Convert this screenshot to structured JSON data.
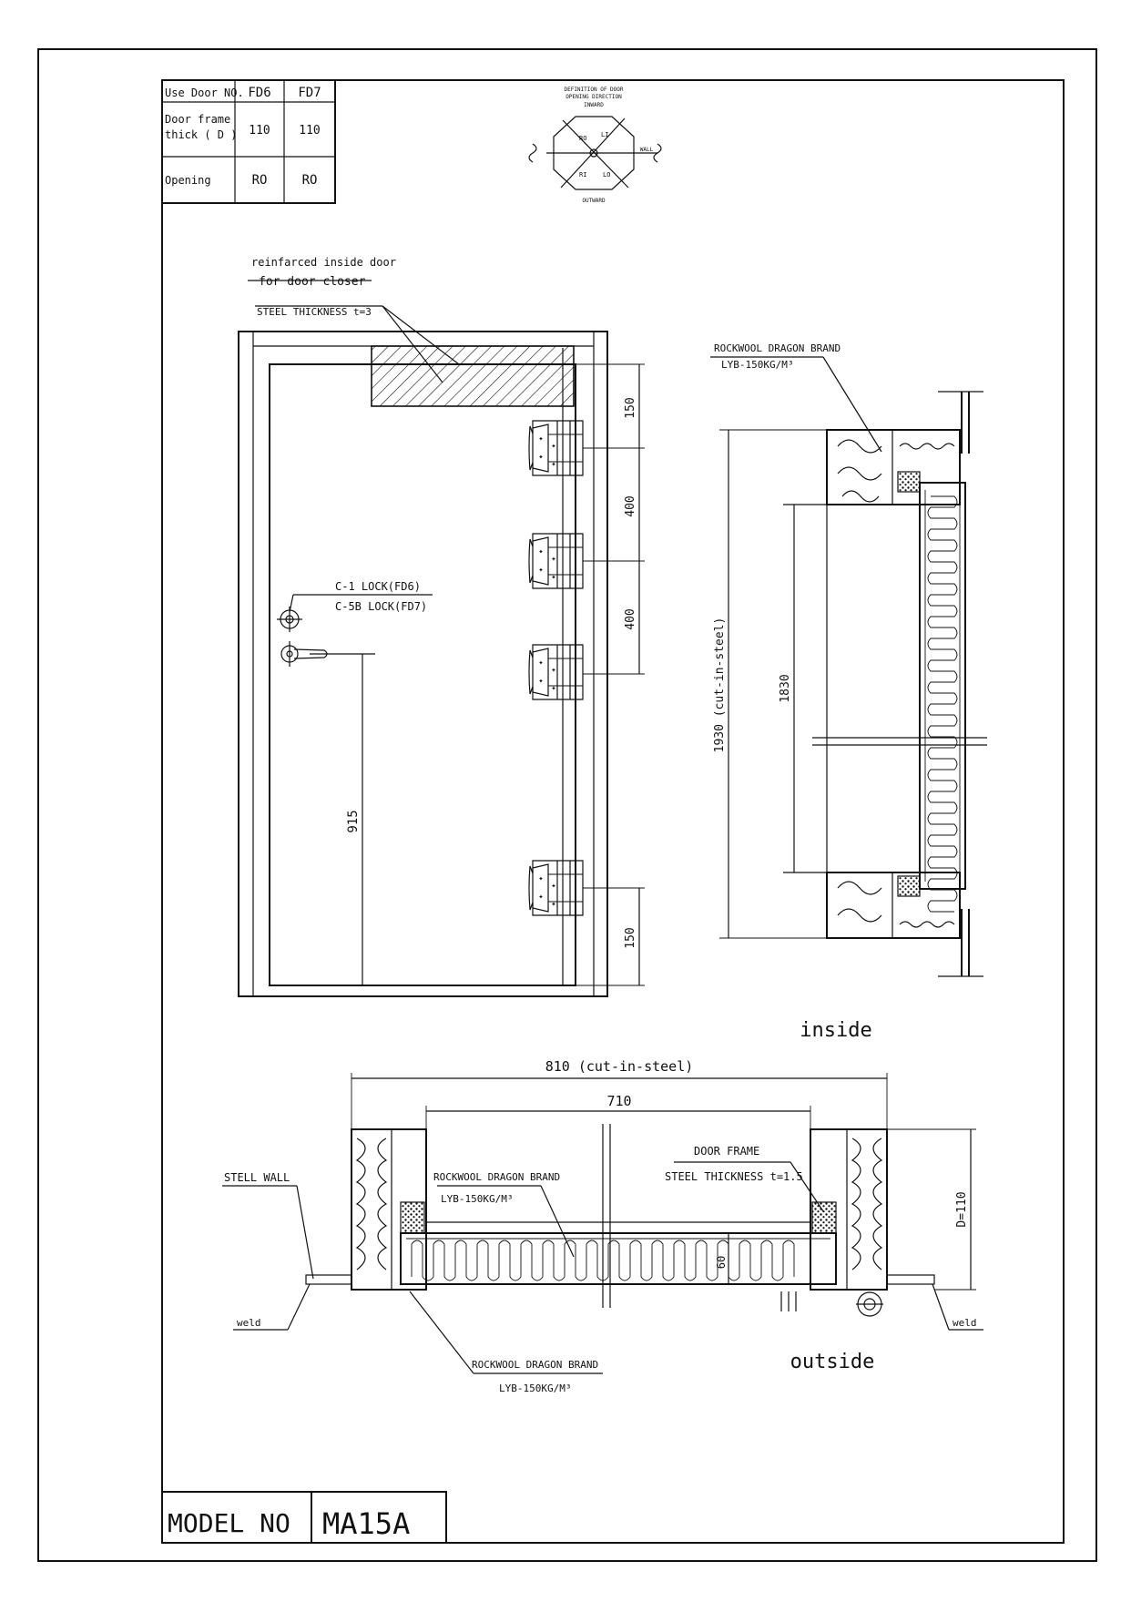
{
  "spec_table": {
    "header": [
      "Use Door NO.",
      "FD6",
      "FD7"
    ],
    "rows": [
      {
        "label_line1": "Door frame",
        "label_line2": "thick ( D )",
        "fd6": "110",
        "fd7": "110"
      },
      {
        "label_line1": "Opening",
        "label_line2": "",
        "fd6": "RO",
        "fd7": "RO"
      }
    ]
  },
  "opening_diagram": {
    "title_line1": "DEFINITION OF DOOR",
    "title_line2": "OPENING DIRECTION",
    "inward": "INWARD",
    "outward": "OUTWARD",
    "wall": "WALL",
    "quadrants": [
      "RO",
      "LI",
      "RI",
      "LO"
    ]
  },
  "elevation": {
    "note_reinforced_line1": "reinfarced inside door",
    "note_reinforced_line2": "for door closer",
    "note_steel": "STEEL THICKNESS t=3",
    "lock_fd6": "C-1 LOCK(FD6)",
    "lock_fd7": "C-5B LOCK(FD7)",
    "dim_lock_height": "915",
    "dim_hinge_top": "150",
    "dim_hinge_gap1": "400",
    "dim_hinge_gap2": "400",
    "dim_hinge_bottom": "150"
  },
  "side_section": {
    "rockwool_line1": "ROCKWOOL DRAGON BRAND",
    "rockwool_line2": "LYB-150KG/M³",
    "dim_total": "1930 (cut-in-steel)",
    "dim_inner": "1830"
  },
  "plan_section": {
    "label_inside": "inside",
    "label_outside": "outside",
    "dim_total": "810 (cut-in-steel)",
    "dim_inner": "710",
    "dim_depth": "D=110",
    "dim_panel": "60",
    "stell_wall": "STELL WALL",
    "weld_left": "weld",
    "weld_right": "weld",
    "door_frame": "DOOR FRAME",
    "frame_steel": "STEEL THICKNESS t=1.5",
    "rockwool_top_line1": "ROCKWOOL DRAGON BRAND",
    "rockwool_top_line2": "LYB-150KG/M³",
    "rockwool_bottom_line1": "ROCKWOOL DRAGON BRAND",
    "rockwool_bottom_line2": "LYB-150KG/M³"
  },
  "title_block": {
    "model_label": "MODEL NO",
    "model_value": "MA15A"
  }
}
